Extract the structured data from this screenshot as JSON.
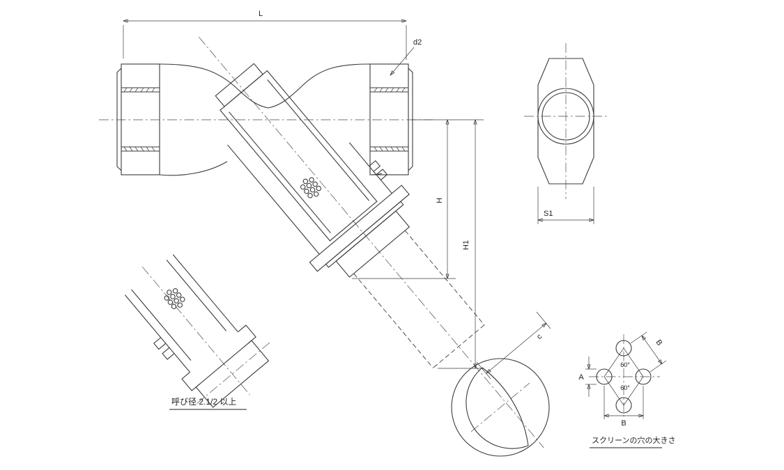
{
  "drawing": {
    "dimensions": {
      "length": "L",
      "thread": "d2",
      "height_h": "H",
      "height_h1": "H1",
      "wrench_s1": "S1",
      "cap_c": "c",
      "hole_dia_a": "A",
      "pitch_b_diag": "B",
      "pitch_b_horiz": "B",
      "angle_upper": "60°",
      "angle_lower": "60°"
    },
    "notes": {
      "nominal_bore": "呼び径 2.1/2 以上",
      "screen_hole_size": "スクリーンの穴の大きさ"
    },
    "colors": {
      "line": "#3a3a3a",
      "background": "#ffffff"
    }
  }
}
